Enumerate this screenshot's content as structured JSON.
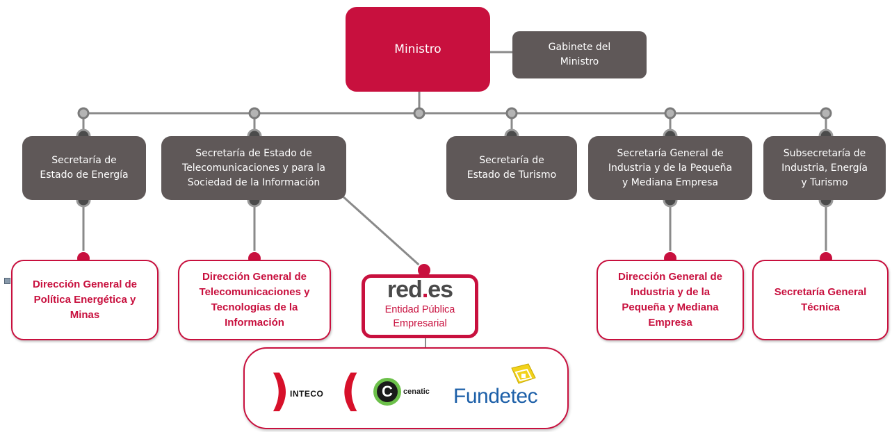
{
  "minister": "Ministro",
  "cabinet": [
    "Gabinete del",
    "Ministro"
  ],
  "secretariats": [
    [
      "Secretaría de",
      "Estado de Energía"
    ],
    [
      "Secretaría de Estado de",
      "Telecomunicaciones y para la",
      "Sociedad de la Información"
    ],
    [
      "Secretaría de",
      "Estado de Turismo"
    ],
    [
      "Secretaría General de",
      "Industria y de la Pequeña",
      "y Mediana Empresa"
    ],
    [
      "Subsecretaría de",
      "Industria, Energía",
      "y Turismo"
    ]
  ],
  "directorates": [
    [
      "Dirección General de",
      "Política Energética y",
      "Minas"
    ],
    [
      "Dirección General de",
      "Telecomunicaciones y",
      "Tecnologías de la",
      "Información"
    ],
    [
      "Dirección General de",
      "Industria y de la",
      "Pequeña y Mediana",
      "Empresa"
    ],
    [
      "Secretaría General",
      "Técnica"
    ]
  ],
  "redes": {
    "logo_main": "red",
    "logo_dot": ".",
    "logo_end": "es",
    "subtitle": [
      "Entidad Pública",
      "Empresarial"
    ]
  },
  "entities": {
    "inteco": "INTECO",
    "cenatic_letter": "C",
    "cenatic": "cenatic",
    "fundetec": "Fundetec"
  },
  "colors": {
    "accent": "#c8103e",
    "gray_box": "#5f5858",
    "connector": "#8a8a8a",
    "inner_node": "#4b4b4b"
  }
}
